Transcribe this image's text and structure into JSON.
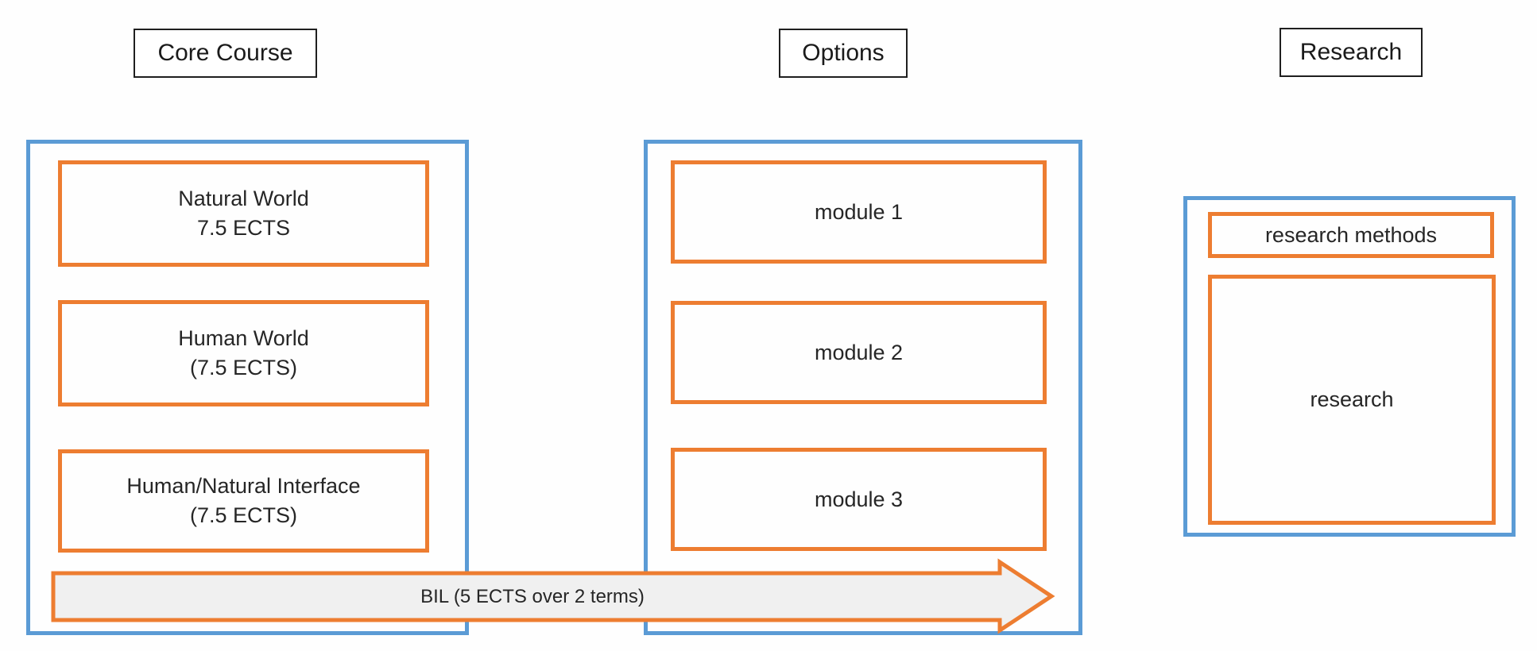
{
  "palette": {
    "container_blue": "#5B9BD5",
    "box_orange": "#ED7D31",
    "arrow_fill": "#F0F0F0",
    "label_border_black": "#1F1F1F",
    "text": "#262626",
    "background": "#FEFEFE"
  },
  "headers": {
    "core": "Core Course",
    "options": "Options",
    "research": "Research"
  },
  "core_course": {
    "boxes": [
      {
        "line1": "Natural World",
        "line2": "7.5 ECTS"
      },
      {
        "line1": "Human World",
        "line2": "(7.5 ECTS)"
      },
      {
        "line1": "Human/Natural Interface",
        "line2": "(7.5 ECTS)"
      }
    ]
  },
  "options": {
    "boxes": [
      {
        "label": "module 1"
      },
      {
        "label": "module 2"
      },
      {
        "label": "module 3"
      }
    ]
  },
  "research": {
    "boxes": [
      {
        "label": "research methods"
      },
      {
        "label": "research"
      }
    ]
  },
  "arrow": {
    "label": "BIL (5 ECTS over 2 terms)"
  }
}
